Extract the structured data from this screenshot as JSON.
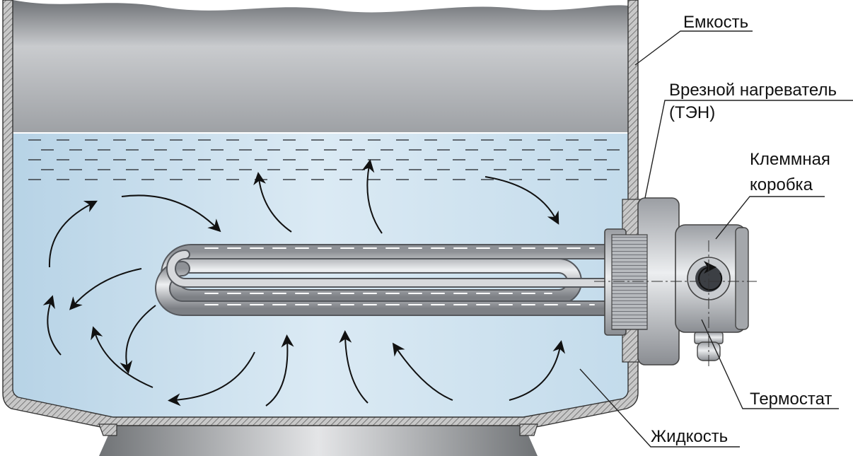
{
  "labels": {
    "tank": "Емкость",
    "heater_line1": "Врезной нагреватель",
    "heater_line2": "(ТЭН)",
    "terminal_line1": "Клеммная",
    "terminal_line2": "коробка",
    "thermostat": "Термостат",
    "liquid": "Жидкость"
  },
  "colors": {
    "liquid": "#cfe3f0",
    "tank_wall": "#9a9a9a",
    "steel": "#b9bcc0",
    "arrow": "#111111"
  },
  "icons": [
    "convection-arrow",
    "heating-element",
    "terminal-box",
    "cable-gland"
  ]
}
